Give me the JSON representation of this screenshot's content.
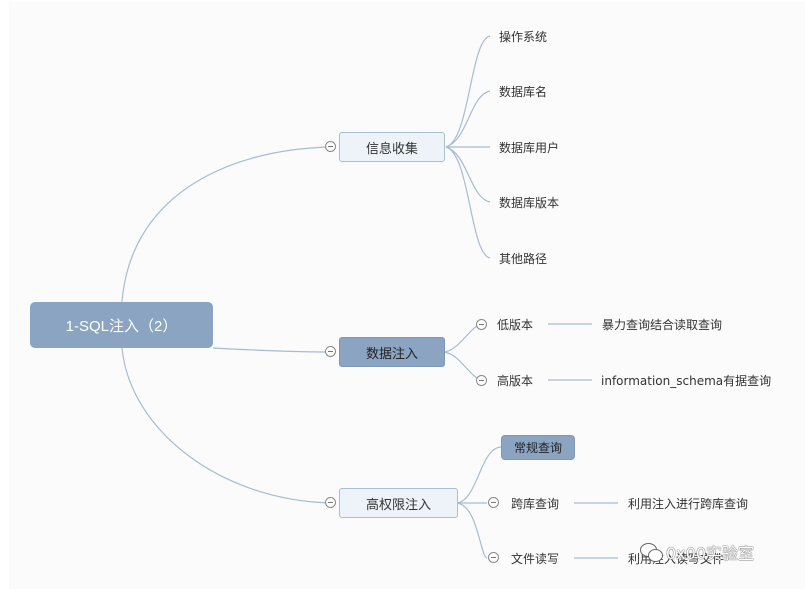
{
  "root": {
    "label": "1-SQL注入（2）"
  },
  "branches": [
    {
      "label": "信息收集",
      "children": [
        "操作系统",
        "数据库名",
        "数据库用户",
        "数据库版本",
        "其他路径"
      ]
    },
    {
      "label": "数据注入",
      "children": [
        {
          "label": "低版本",
          "detail": "暴力查询结合读取查询"
        },
        {
          "label": "高版本",
          "detail": "information_schema有据查询"
        }
      ]
    },
    {
      "label": "高权限注入",
      "children": [
        {
          "label": "常规查询"
        },
        {
          "label": "跨库查询",
          "detail": "利用注入进行跨库查询"
        },
        {
          "label": "文件读写",
          "detail": "利用注入读写文件"
        }
      ]
    }
  ],
  "watermark": {
    "text": "0x00实验室",
    "icon": "wechat-icon"
  },
  "colors": {
    "line": "#9fb4cc",
    "node_dark": "#8aa4c1",
    "node_light": "#eef3f9"
  }
}
